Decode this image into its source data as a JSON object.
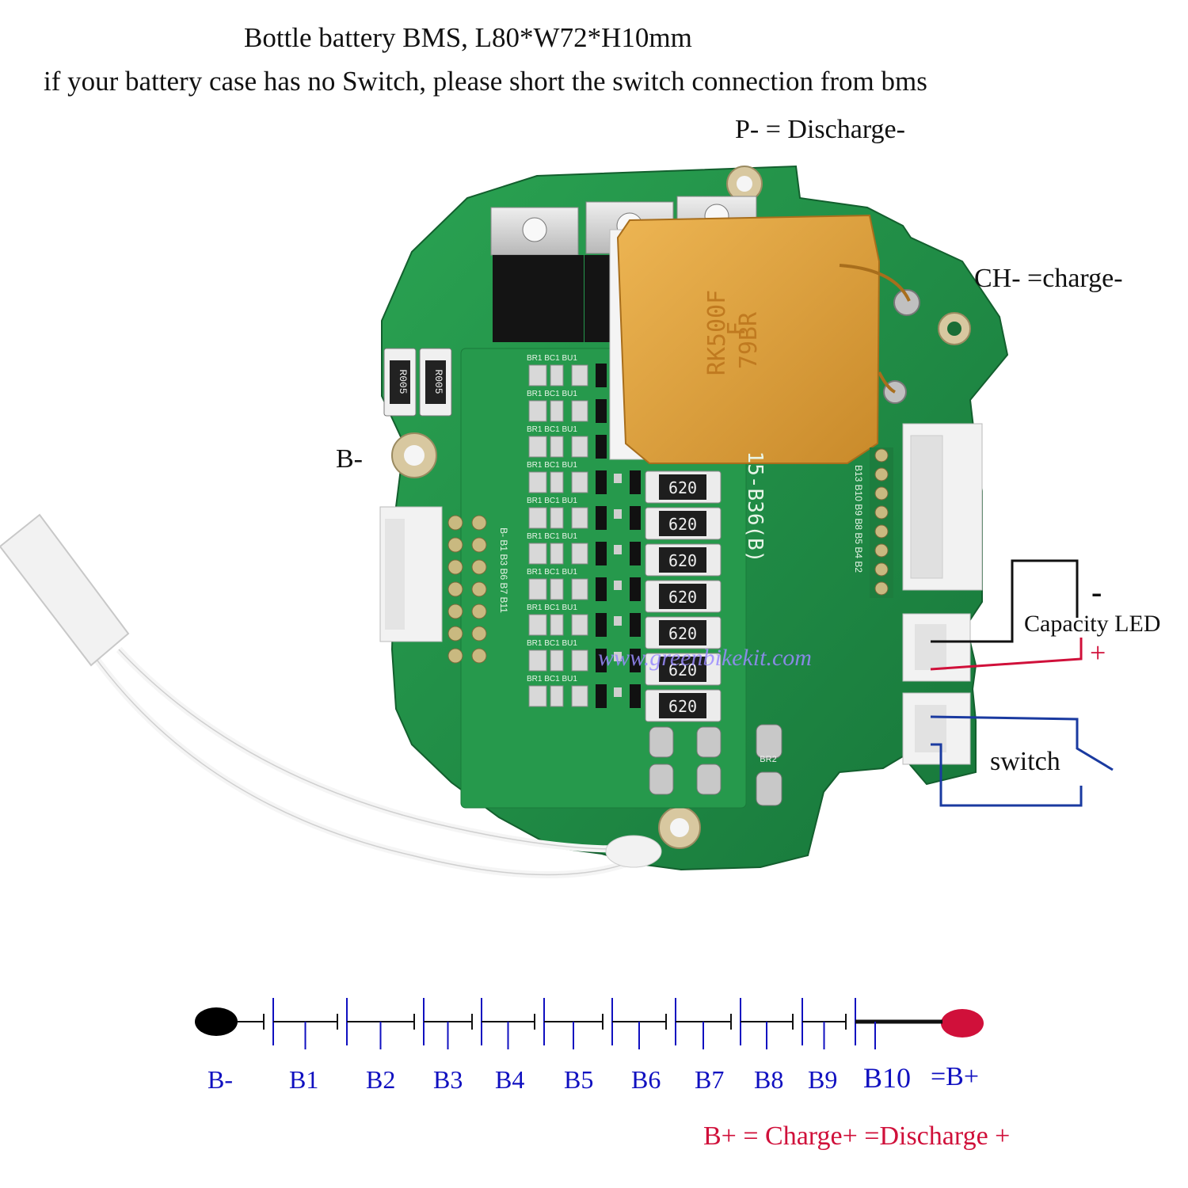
{
  "header": {
    "line1": "Bottle battery BMS,  L80*W72*H10mm",
    "line2": "if your battery case has no Switch, please short the switch connection from bms"
  },
  "callouts": {
    "p_minus": "P- = Discharge-",
    "ch_minus": "CH- =charge-",
    "b_minus": "B-",
    "capacity_led": "Capacity LED",
    "led_minus": "-",
    "led_plus": "+",
    "switch": "switch"
  },
  "board": {
    "watermark": "www.greenbikekit.com",
    "fuse_text_1": "F",
    "fuse_text_2": "RK500F",
    "fuse_text_3": "79BR",
    "model_text": "15-B36(B)",
    "resistor_labels": [
      "620",
      "620",
      "620",
      "620",
      "620",
      "620",
      "620"
    ],
    "shunt_labels": [
      "R005",
      "R005"
    ],
    "left_header_labels": "B-  B1  B3  B6  B7  B11",
    "right_header_labels": "B13  B10  B9  B8  B5  B4  B2",
    "chip_label": "BR1 BC1 BU1",
    "br2_label": "BR2"
  },
  "cell_diagram": {
    "nodes": [
      "B-",
      "B1",
      "B2",
      "B3",
      "B4",
      "B5",
      "B6",
      "B7",
      "B8",
      "B9",
      "B10"
    ],
    "b_plus_suffix": "=B+",
    "footer": "B+ = Charge+ =Discharge +"
  },
  "colors": {
    "pcb": "#1f8a45",
    "pcb_light": "#2fa457",
    "fuse": "#e0a23a",
    "blue": "#1010c0",
    "red": "#d0103a"
  }
}
